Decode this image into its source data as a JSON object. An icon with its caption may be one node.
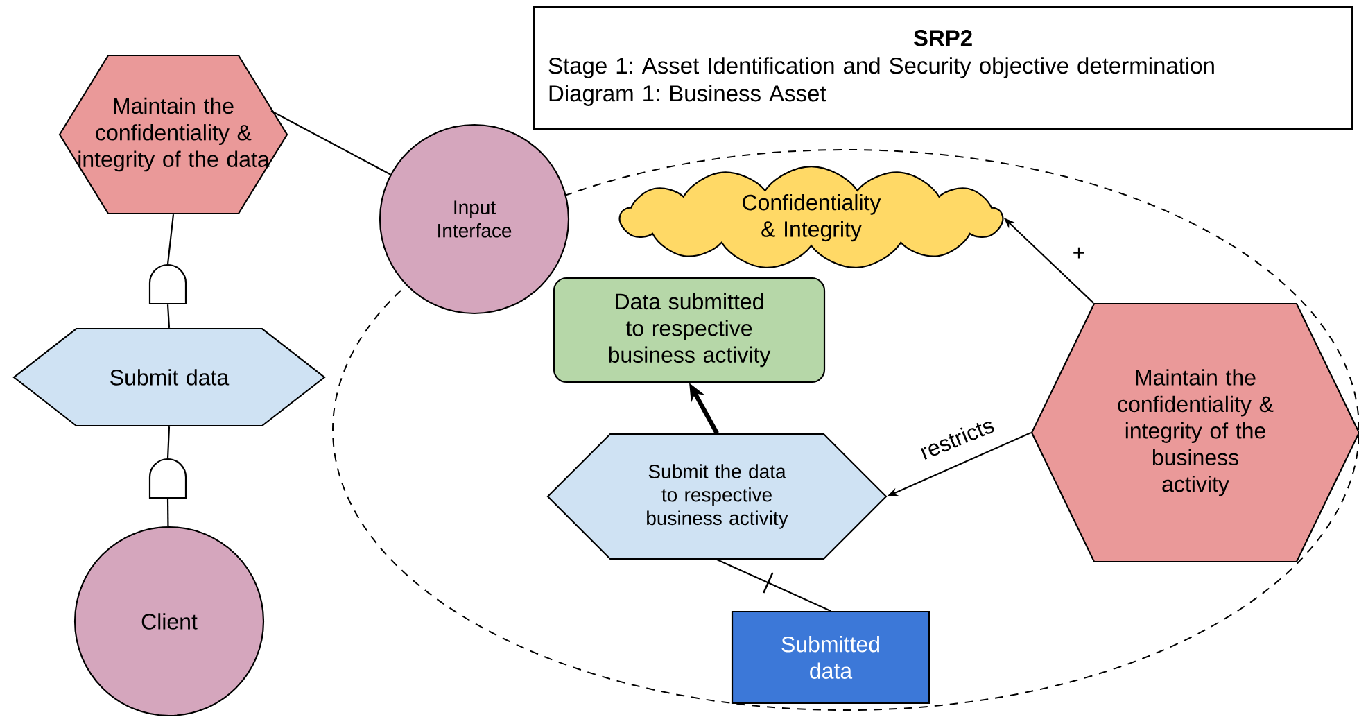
{
  "diagram": {
    "nodes": [
      {
        "text": [
          "SRP2",
          "Stage 1: Asset Identification and Security objective determination",
          "Diagram 1: Business Asset"
        ]
      },
      {
        "text": [
          "Maintain the confidentiality & integrity of the data"
        ]
      },
      {
        "text": [
          "Input Interface"
        ]
      },
      {
        "text": [],
        "shape": "gate"
      },
      {
        "text": [
          "Submit data"
        ]
      },
      {
        "text": [],
        "shape": "gate"
      },
      {
        "text": [
          "Client"
        ]
      },
      {
        "text": [],
        "shape": "ellipse"
      },
      {
        "text": [
          "Confidentiality & Integrity"
        ],
        "in": 7
      },
      {
        "text": [
          "Data submitted to respective business activity"
        ],
        "in": 7
      },
      {
        "text": [
          "Maintain the confidentiality & integrity of the business activity"
        ],
        "in": 7
      },
      {
        "text": [
          "Submit the data to respective business activity"
        ],
        "in": 7
      },
      {
        "text": [
          "Submitted data"
        ],
        "in": 7
      }
    ],
    "edges": [
      {
        "from": 1,
        "to": 2,
        "arrow": "none"
      },
      {
        "from": 1,
        "to": 3,
        "arrow": "none"
      },
      {
        "from": 3,
        "to": 4,
        "arrow": "none"
      },
      {
        "from": 4,
        "to": 5,
        "arrow": "none"
      },
      {
        "from": 5,
        "to": 6,
        "arrow": "none"
      },
      {
        "from": 10,
        "to": 8,
        "arrow": "to",
        "label": "+"
      },
      {
        "from": 10,
        "to": 11,
        "arrow": "to",
        "label": "restricts"
      },
      {
        "from": 11,
        "to": 9,
        "arrow": "to",
        "style": "thick"
      },
      {
        "from": 12,
        "to": 11,
        "arrow": "none"
      }
    ]
  }
}
